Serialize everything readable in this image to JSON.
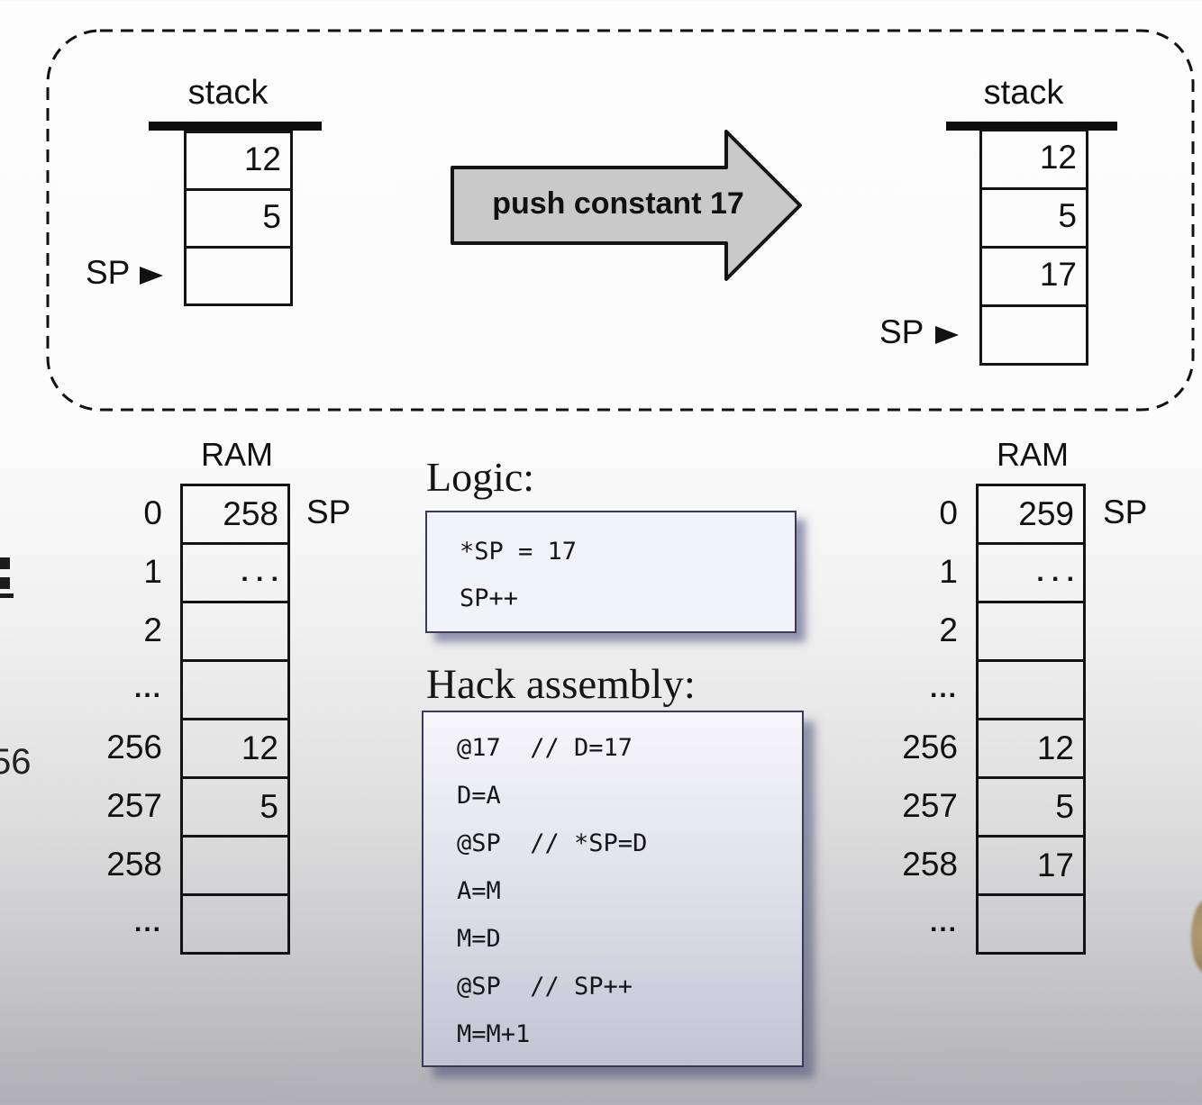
{
  "scene": {
    "arrow_label": "push constant 17"
  },
  "stack_before": {
    "title": "stack",
    "pointer": "SP",
    "cells": [
      "12",
      "5",
      ""
    ]
  },
  "stack_after": {
    "title": "stack",
    "pointer": "SP",
    "cells": [
      "12",
      "5",
      "17",
      ""
    ]
  },
  "ram_before": {
    "title": "RAM",
    "pointer": "SP",
    "rows": [
      {
        "addr": "0",
        "val": "258"
      },
      {
        "addr": "1",
        "val": ". . ."
      },
      {
        "addr": "2",
        "val": ""
      },
      {
        "addr": "...",
        "val": ""
      },
      {
        "addr": "256",
        "val": "12"
      },
      {
        "addr": "257",
        "val": "5"
      },
      {
        "addr": "258",
        "val": ""
      },
      {
        "addr": "...",
        "val": ""
      }
    ]
  },
  "ram_after": {
    "title": "RAM",
    "pointer": "SP",
    "rows": [
      {
        "addr": "0",
        "val": "259"
      },
      {
        "addr": "1",
        "val": ". . ."
      },
      {
        "addr": "2",
        "val": ""
      },
      {
        "addr": "...",
        "val": ""
      },
      {
        "addr": "256",
        "val": "12"
      },
      {
        "addr": "257",
        "val": "5"
      },
      {
        "addr": "258",
        "val": "17"
      },
      {
        "addr": "...",
        "val": ""
      }
    ]
  },
  "logic": {
    "heading": "Logic:",
    "lines": [
      "*SP = 17",
      "SP++"
    ]
  },
  "assembly": {
    "heading": "Hack assembly:",
    "lines": [
      "@17  // D=17",
      "D=A",
      "@SP  // *SP=D",
      "A=M",
      "M=D",
      "@SP  // SP++",
      "M=M+1"
    ]
  },
  "fragments": {
    "left_edge_number": "56"
  },
  "colors": {
    "arrow_fill": "#c9c9c9",
    "ink": "#111111",
    "box_border": "#3b3b58",
    "box_bg": "#f2f2fb"
  }
}
